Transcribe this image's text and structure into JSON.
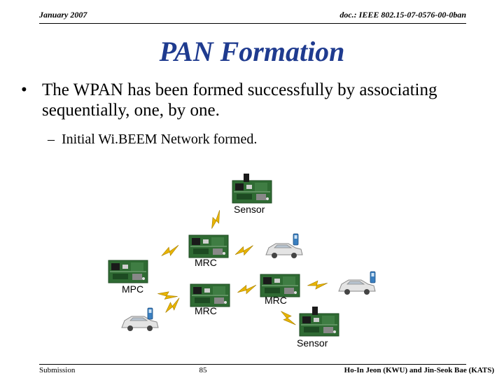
{
  "header": {
    "date": "January 2007",
    "doc_id": "doc.: IEEE 802.15-07-0576-00-0ban"
  },
  "title": "PAN Formation",
  "bullets": {
    "level1_mark": "•",
    "level1_text": "The WPAN has been formed successfully by associating sequentially, one, by one.",
    "level2_mark": "–",
    "level2_text": "Initial Wi.BEEM Network formed."
  },
  "diagram": {
    "labels": {
      "sensor_top": "Sensor",
      "mrc_upper": "MRC",
      "mpc": "MPC",
      "mrc_lower": "MRC",
      "mrc_right": "MRC",
      "sensor_bottom": "Sensor"
    },
    "colors": {
      "board": "#2f6b33",
      "board_dark": "#1d4a22",
      "lightning": "#e8b400",
      "car": "#d8d8d8",
      "phone": "#3a7fc0"
    }
  },
  "footer": {
    "left": "Submission",
    "page": "85",
    "authors": "Ho-In Jeon (KWU) and Jin-Seok Bae (KATS)"
  }
}
